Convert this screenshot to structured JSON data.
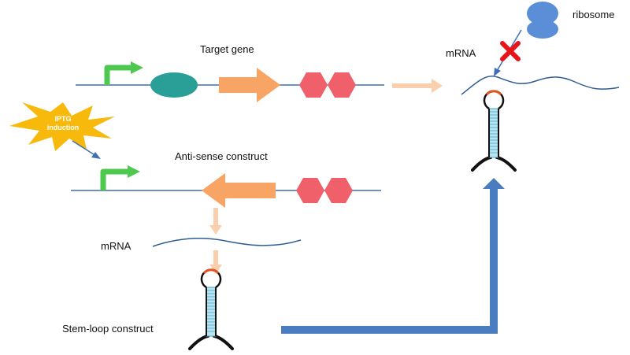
{
  "labels": {
    "target_gene": "Target gene",
    "antisense": "Anti-sense construct",
    "mrna_top": "mRNA",
    "mrna_bottom": "mRNA",
    "ribosome": "ribosome",
    "stem_loop": "Stem-loop construct",
    "iptg_line1": "IPTG",
    "iptg_line2": "induction"
  },
  "colors": {
    "dna_line": "#3f6fb5",
    "promoter": "#4fc84f",
    "operator": "#2a9f98",
    "gene_arrow": "#f8a465",
    "terminator": "#f0606a",
    "faint_arrow": "#f9cfad",
    "big_arrow": "#4a7cc0",
    "ribosome": "#5a8fd8",
    "block_x": "#e8141b",
    "burst": "#f6b90c",
    "loop_tip": "#e2541c",
    "stem_fill": "#b7e4f0",
    "stem_lines": "#4aa6c8"
  },
  "icons": [
    "promoter-icon",
    "operator-icon",
    "terminator-icon",
    "ribosome-icon",
    "block-x-icon",
    "stem-loop-icon",
    "iptg-burst-icon"
  ]
}
